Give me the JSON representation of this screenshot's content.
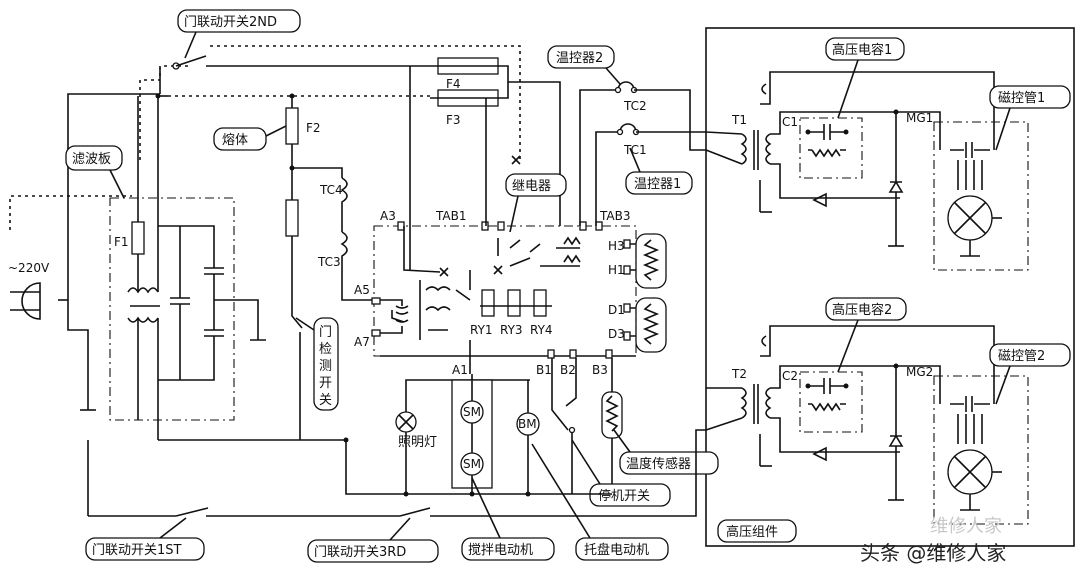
{
  "labels": {
    "door_switch_2nd": "门联动开关2ND",
    "filter_board": "滤波板",
    "fuse_body": "熔体",
    "f2": "F2",
    "f1": "F1",
    "f3": "F3",
    "f4": "F4",
    "voltage": "~220V",
    "tc4": "TC4",
    "tc3": "TC3",
    "tc2": "TC2",
    "tc1": "TC1",
    "thermostat2": "温控器2",
    "thermostat1": "温控器1",
    "relay": "继电器",
    "a3": "A3",
    "a5": "A5",
    "a7": "A7",
    "a1": "A1",
    "tab1": "TAB1",
    "tab3": "TAB3",
    "h3": "H3",
    "h1": "H1",
    "d1": "D1",
    "d3": "D3",
    "ry1": "RY1",
    "ry3": "RY3",
    "ry4": "RY4",
    "b1": "B1",
    "b2": "B2",
    "b3": "B3",
    "door_detect_switch": [
      "门",
      "检",
      "测",
      "开",
      "关"
    ],
    "lamp": "照明灯",
    "sm": "SM",
    "bm": "BM",
    "temp_sensor": "温度传感器",
    "stop_switch": "停机开关",
    "stir_motor": "搅拌电动机",
    "tray_motor": "托盘电动机",
    "door_switch_1st": "门联动开关1ST",
    "door_switch_3rd": "门联动开关3RD",
    "hv_assembly": "高压组件",
    "t1": "T1",
    "t2": "T2",
    "c1": "C1",
    "c2": "C2",
    "hv_cap1": "高压电容1",
    "hv_cap2": "高压电容2",
    "mg1": "MG1",
    "mg2": "MG2",
    "magnetron1": "磁控管1",
    "magnetron2": "磁控管2",
    "watermark_faint": "维修人家",
    "watermark": "头条 @维修人家"
  }
}
